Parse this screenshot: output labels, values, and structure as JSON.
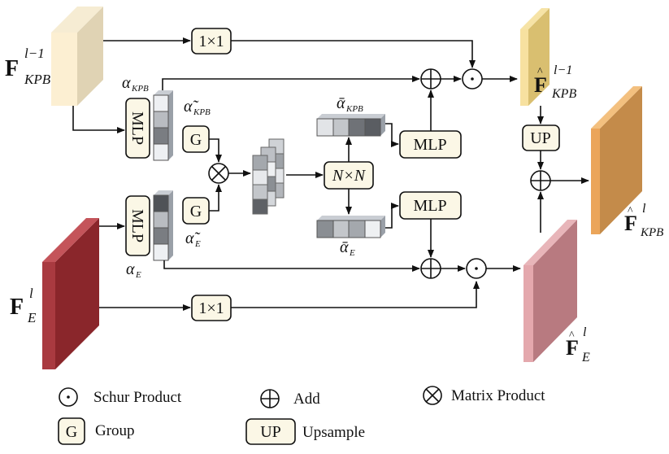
{
  "colors": {
    "box_fill": "#fbf7e6",
    "cream_block": "#fcefd2",
    "red_block": "#9e2f35",
    "yellow_block": "#f3d98c",
    "orange_block": "#e9a251",
    "pink_block": "#dc9a9f",
    "stroke": "#111111"
  },
  "inputs": {
    "kpb": {
      "main": "F",
      "sub": "KPB",
      "sup": "l−1"
    },
    "e": {
      "main": "F",
      "sub": "E",
      "sup": "l"
    }
  },
  "outputs": {
    "kpb_hat": {
      "main": "F",
      "sub": "KPB",
      "sup": "l−1",
      "hat": "^"
    },
    "e_hat": {
      "main": "F",
      "sub": "E",
      "sup": "l",
      "hat": "^"
    },
    "final": {
      "main": "F",
      "sub": "KPB",
      "sup": "l",
      "hat": "^"
    }
  },
  "ops": {
    "conv_top": "1×1",
    "conv_bottom": "1×1",
    "mlp_left_top": "MLP",
    "mlp_left_bottom": "MLP",
    "mlp_right_top": "MLP",
    "mlp_right_bottom": "MLP",
    "group_top": "G",
    "group_bottom": "G",
    "nxn": "N×N",
    "up": "UP"
  },
  "symbols": {
    "alpha_kpb": {
      "main": "α",
      "sub": "KPB"
    },
    "alpha_e": {
      "main": "α",
      "sub": "E"
    },
    "tilde_alpha_kpb": {
      "main": "α̃",
      "sub": "KPB"
    },
    "tilde_alpha_e": {
      "main": "α̃",
      "sub": "E"
    },
    "bar_alpha_kpb": {
      "main": "ᾱ",
      "sub": "KPB"
    },
    "bar_alpha_e": {
      "main": "ᾱ",
      "sub": "E"
    }
  },
  "legend": {
    "schur": "Schur Product",
    "add": "Add",
    "matrix": "Matrix Product",
    "group_key": "G",
    "group": "Group",
    "up_key": "UP",
    "upsample": "Upsample"
  }
}
